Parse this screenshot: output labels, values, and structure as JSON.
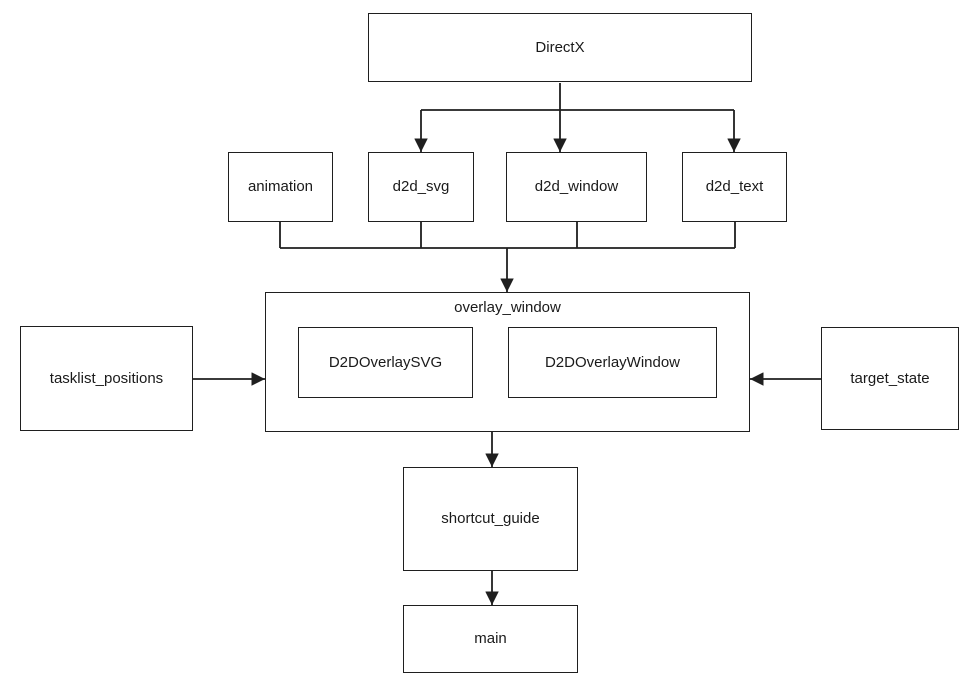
{
  "colors": {
    "background": "#ffffff",
    "line": "#1f1f1f",
    "text": "#1a1a1a"
  },
  "diagram": {
    "type": "dependency-graph",
    "nodes": {
      "directx": {
        "label": "DirectX"
      },
      "animation": {
        "label": "animation"
      },
      "d2d_svg": {
        "label": "d2d_svg"
      },
      "d2d_window": {
        "label": "d2d_window"
      },
      "d2d_text": {
        "label": "d2d_text"
      },
      "overlay_window": {
        "label": "overlay_window"
      },
      "d2d_overlay_svg": {
        "label": "D2DOverlaySVG"
      },
      "d2d_overlay_window": {
        "label": "D2DOverlayWindow"
      },
      "tasklist_positions": {
        "label": "tasklist_positions"
      },
      "target_state": {
        "label": "target_state"
      },
      "shortcut_guide": {
        "label": "shortcut_guide"
      },
      "main": {
        "label": "main"
      }
    },
    "edges": [
      {
        "from": "DirectX",
        "to": "d2d_svg",
        "arrow": "to"
      },
      {
        "from": "DirectX",
        "to": "d2d_window",
        "arrow": "to"
      },
      {
        "from": "DirectX",
        "to": "d2d_text",
        "arrow": "to"
      },
      {
        "from": "animation",
        "to": "overlay_window",
        "arrow": "to"
      },
      {
        "from": "d2d_svg",
        "to": "overlay_window",
        "arrow": "to"
      },
      {
        "from": "d2d_window",
        "to": "overlay_window",
        "arrow": "to"
      },
      {
        "from": "d2d_text",
        "to": "overlay_window",
        "arrow": "to"
      },
      {
        "from": "tasklist_positions",
        "to": "overlay_window",
        "arrow": "to"
      },
      {
        "from": "target_state",
        "to": "overlay_window",
        "arrow": "to"
      },
      {
        "from": "overlay_window",
        "to": "shortcut_guide",
        "arrow": "to"
      },
      {
        "from": "shortcut_guide",
        "to": "main",
        "arrow": "to"
      }
    ],
    "contains": [
      {
        "parent": "overlay_window",
        "children": [
          "D2DOverlaySVG",
          "D2DOverlayWindow"
        ]
      }
    ]
  }
}
